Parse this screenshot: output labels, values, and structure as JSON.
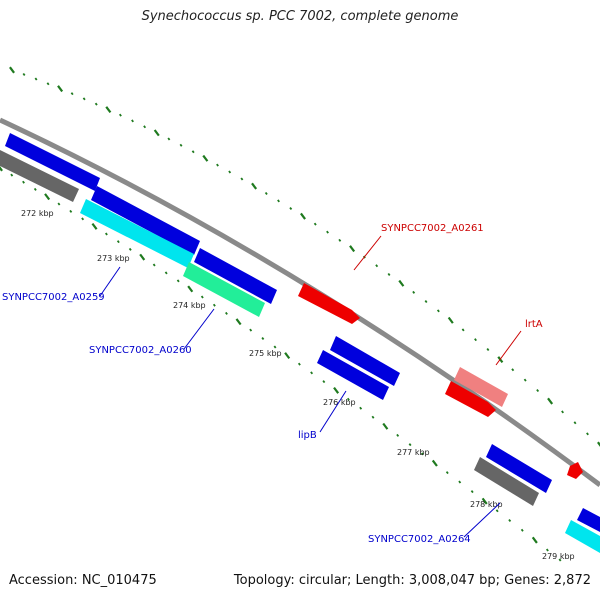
{
  "title": "Synechococcus sp. PCC 7002, complete genome",
  "footer": {
    "accession": "Accession: NC_010475",
    "summary": "Topology: circular; Length: 3,008,047 bp; Genes: 2,872"
  },
  "ticks": [
    {
      "label": "272 kbp"
    },
    {
      "label": "273 kbp"
    },
    {
      "label": "274 kbp"
    },
    {
      "label": "275 kbp"
    },
    {
      "label": "276 kbp"
    },
    {
      "label": "277 kbp"
    },
    {
      "label": "278 kbp"
    },
    {
      "label": "279 kbp"
    }
  ],
  "gene_labels": [
    {
      "text": "SYNPCC7002_A0259",
      "color": "#0000cc"
    },
    {
      "text": "SYNPCC7002_A0260",
      "color": "#0000cc"
    },
    {
      "text": "lipB",
      "color": "#0000cc"
    },
    {
      "text": "SYNPCC7002_A0264",
      "color": "#0000cc"
    },
    {
      "text": "SYNPCC7002_A0261",
      "color": "#cc0000"
    },
    {
      "text": "lrtA",
      "color": "#cc0000"
    }
  ],
  "colors": {
    "backbone": "#8a8a8a",
    "tick_green": "#1f7a1f",
    "gene_blue": "#0000dd",
    "gene_gray": "#666666",
    "gene_cyan": "#00e5ee",
    "gene_seagreen": "#22ee99",
    "gene_red": "#ee0000",
    "gene_pink": "#f08080"
  }
}
